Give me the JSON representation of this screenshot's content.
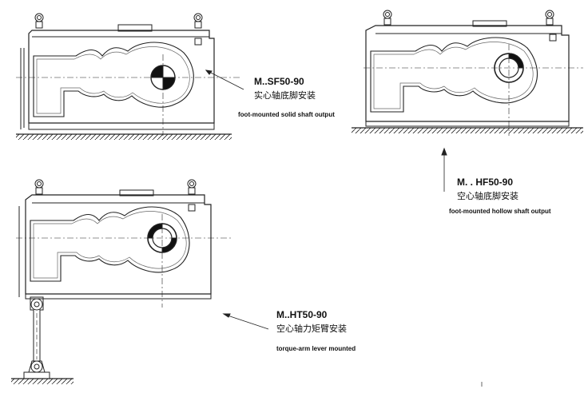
{
  "diagram": {
    "variants": [
      {
        "model": "M..SF50-90",
        "mount_cn": "实心轴底脚安装",
        "mount_en": "foot-mounted solid shaft output"
      },
      {
        "model": "M. . HF50-90",
        "mount_cn": "空心轴底脚安装",
        "mount_en": "foot-mounted hollow shaft output"
      },
      {
        "model": "M..HT50-90",
        "mount_cn": "空心轴力矩臂安装",
        "mount_en": "torque-arm lever mounted"
      }
    ]
  }
}
